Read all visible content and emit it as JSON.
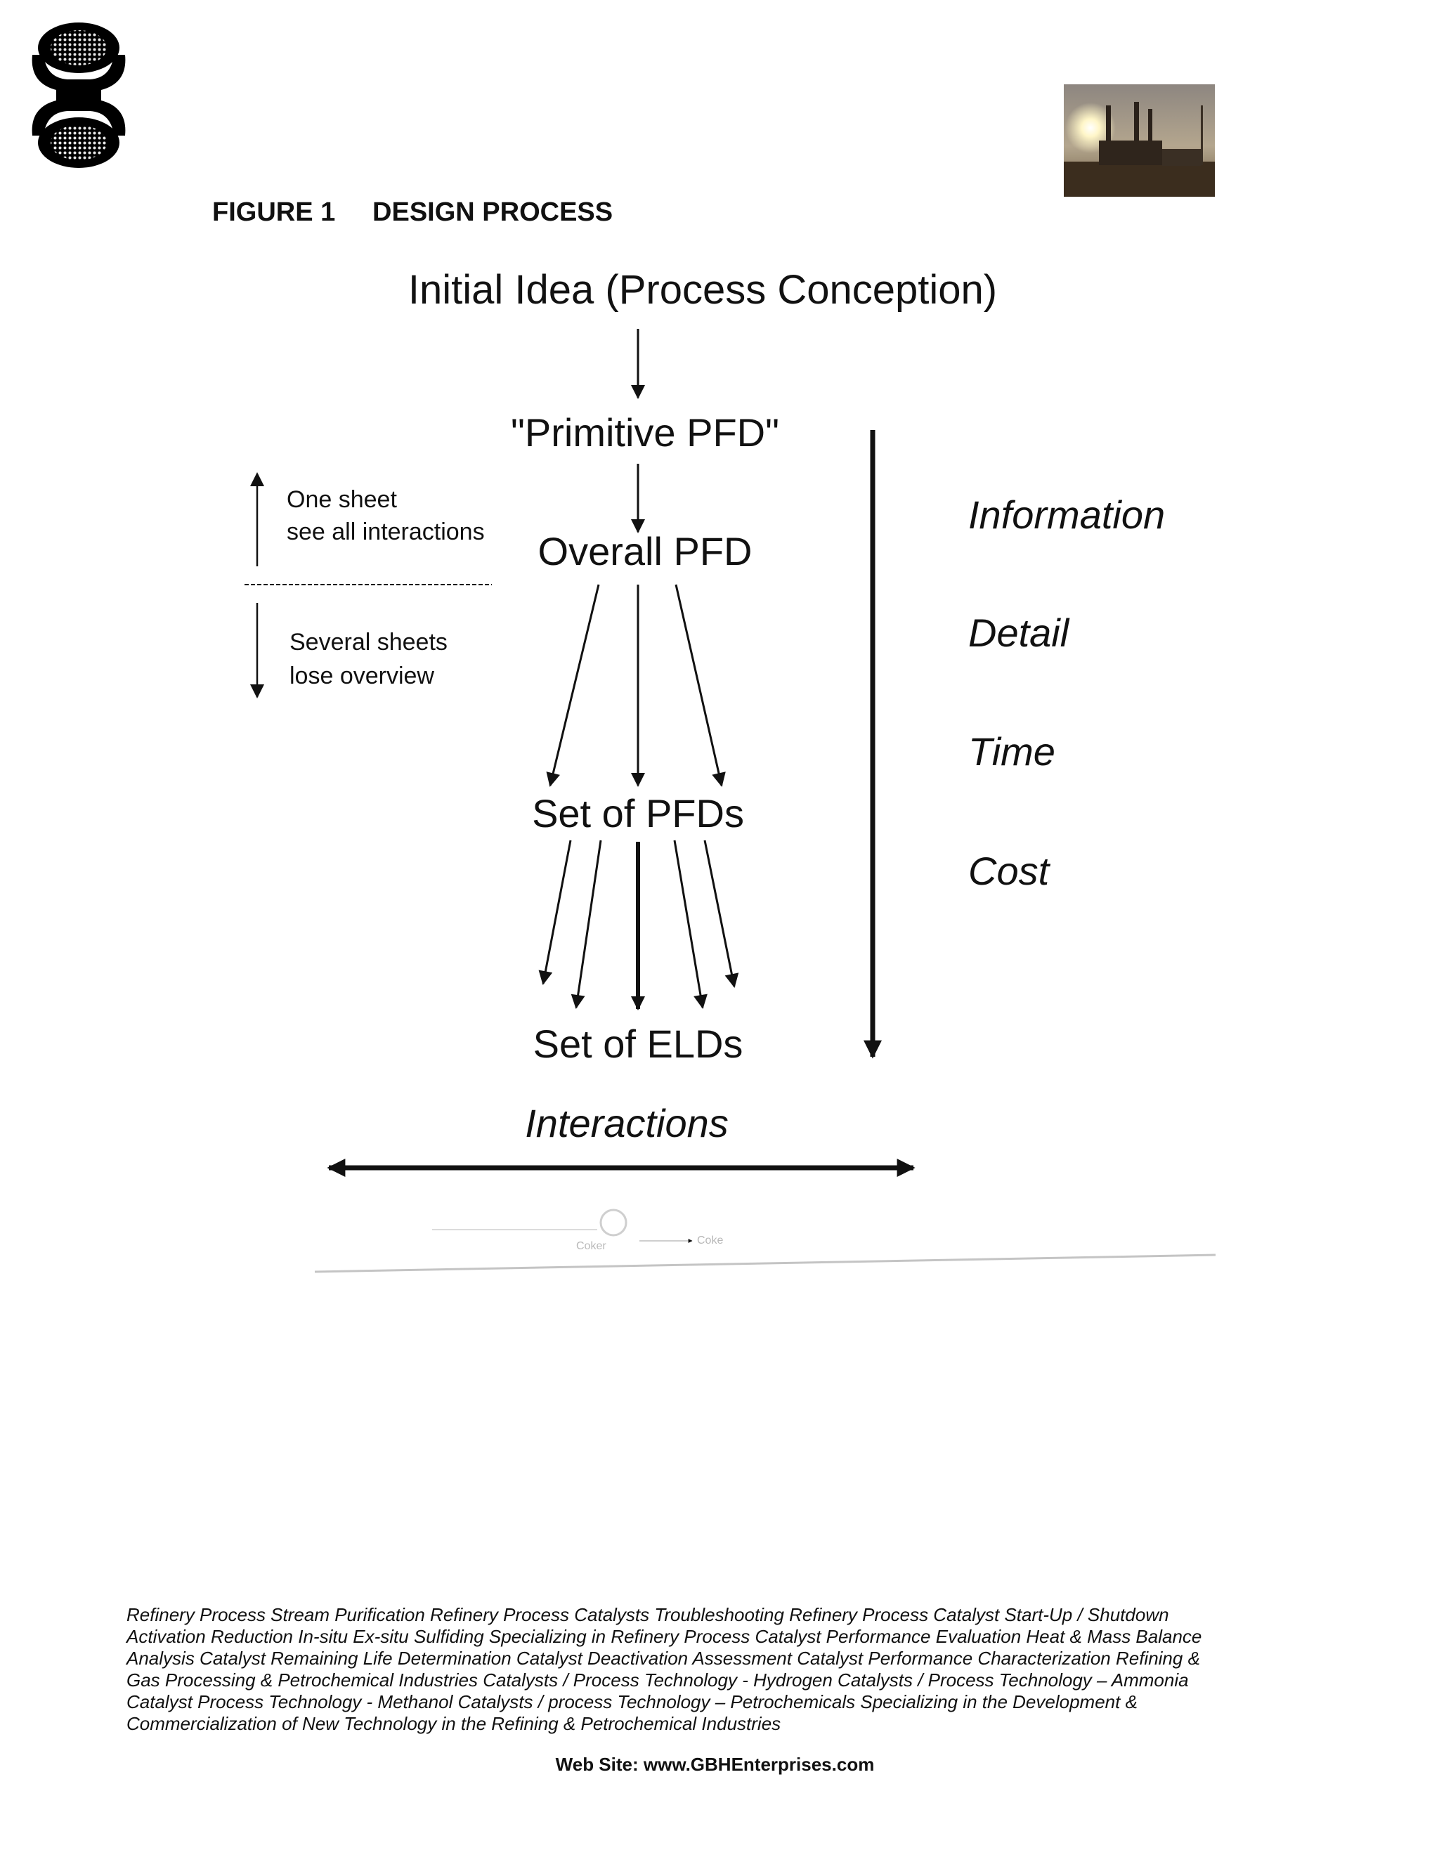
{
  "figure": {
    "title": "FIGURE 1     DESIGN PROCESS"
  },
  "diagram": {
    "nodes": {
      "initial_idea": "Initial Idea (Process Conception)",
      "primitive_pfd": "\"Primitive PFD\"",
      "overall_pfd": "Overall PFD",
      "set_of_pfds": "Set of PFDs",
      "set_of_elds": "Set of ELDs"
    },
    "side_notes": {
      "top_line1": "One sheet",
      "top_line2": "see all interactions",
      "bottom_line1": "Several sheets",
      "bottom_line2": "lose overview"
    },
    "right_labels": [
      "Information",
      "Detail",
      "Time",
      "Cost"
    ],
    "interactions_label": "Interactions",
    "faded_labels": {
      "left": "Coker",
      "right": "Coke"
    }
  },
  "footer": {
    "body": "Refinery Process Stream Purification Refinery Process Catalysts Troubleshooting Refinery Process Catalyst Start-Up / Shutdown  Activation   Reduction  In-situ  Ex-situ Sulfiding Specializing in Refinery Process Catalyst Performance Evaluation Heat & Mass  Balance Analysis  Catalyst Remaining Life Determination  Catalyst Deactivation Assessment  Catalyst Performance Characterization  Refining  & Gas Processing &  Petrochemical Industries  Catalysts / Process Technology - Hydrogen  Catalysts / Process Technology – Ammonia  Catalyst Process Technology - Methanol  Catalysts / process Technology – Petrochemicals Specializing in the Development  & Commercialization of New Technology in the Refining &   Petrochemical Industries",
    "website": "Web Site: www.GBHEnterprises.com"
  },
  "colors": {
    "ink": "#111111",
    "faded": "#b8b8b8"
  }
}
